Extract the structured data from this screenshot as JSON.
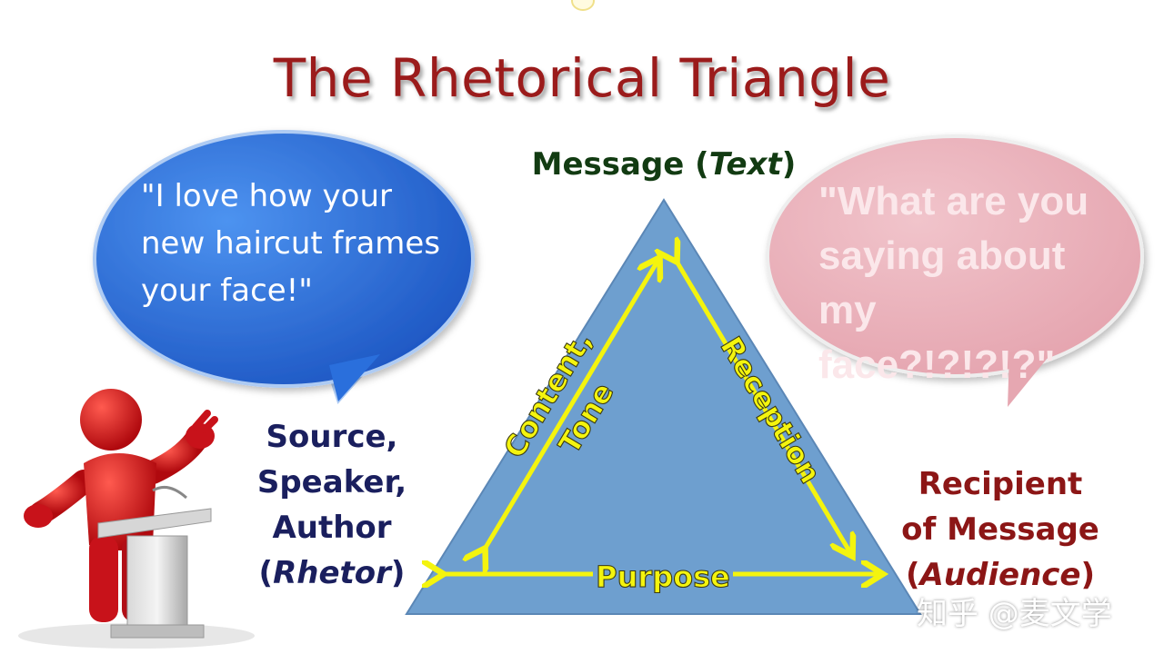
{
  "title": "The Rhetorical Triangle",
  "labels": {
    "top": {
      "pre": "Message (",
      "em": "Text",
      "post": ")"
    },
    "left": {
      "line1": "Source,",
      "line2": "Speaker,",
      "line3": "Author",
      "pre": "(",
      "em": "Rhetor",
      "post": ")"
    },
    "right": {
      "line1": "Recipient",
      "line2": "of Message",
      "pre": "(",
      "em": "Audience",
      "post": ")"
    }
  },
  "edges": {
    "left_line1": "Content,",
    "left_line2": "Tone",
    "right": "Reception",
    "bottom": "Purpose"
  },
  "bubbles": {
    "left": {
      "line1": "\"I love how your",
      "line2": "new haircut frames",
      "line3": "your face!\""
    },
    "right": {
      "line1": "\"What are you",
      "line2": "saying about my",
      "line3": "face?!?!?!?\""
    }
  },
  "watermark": "知乎 @麦文学",
  "colors": {
    "title": "#9b1b1b",
    "triangle": "#6e9fcf",
    "arrows": "#f4f40e",
    "bubble_left": "#2a6fdc",
    "bubble_right": "#eab2bb",
    "figure": "#d2181c"
  },
  "icons": [
    "speaker-figure-icon",
    "podium-icon"
  ]
}
